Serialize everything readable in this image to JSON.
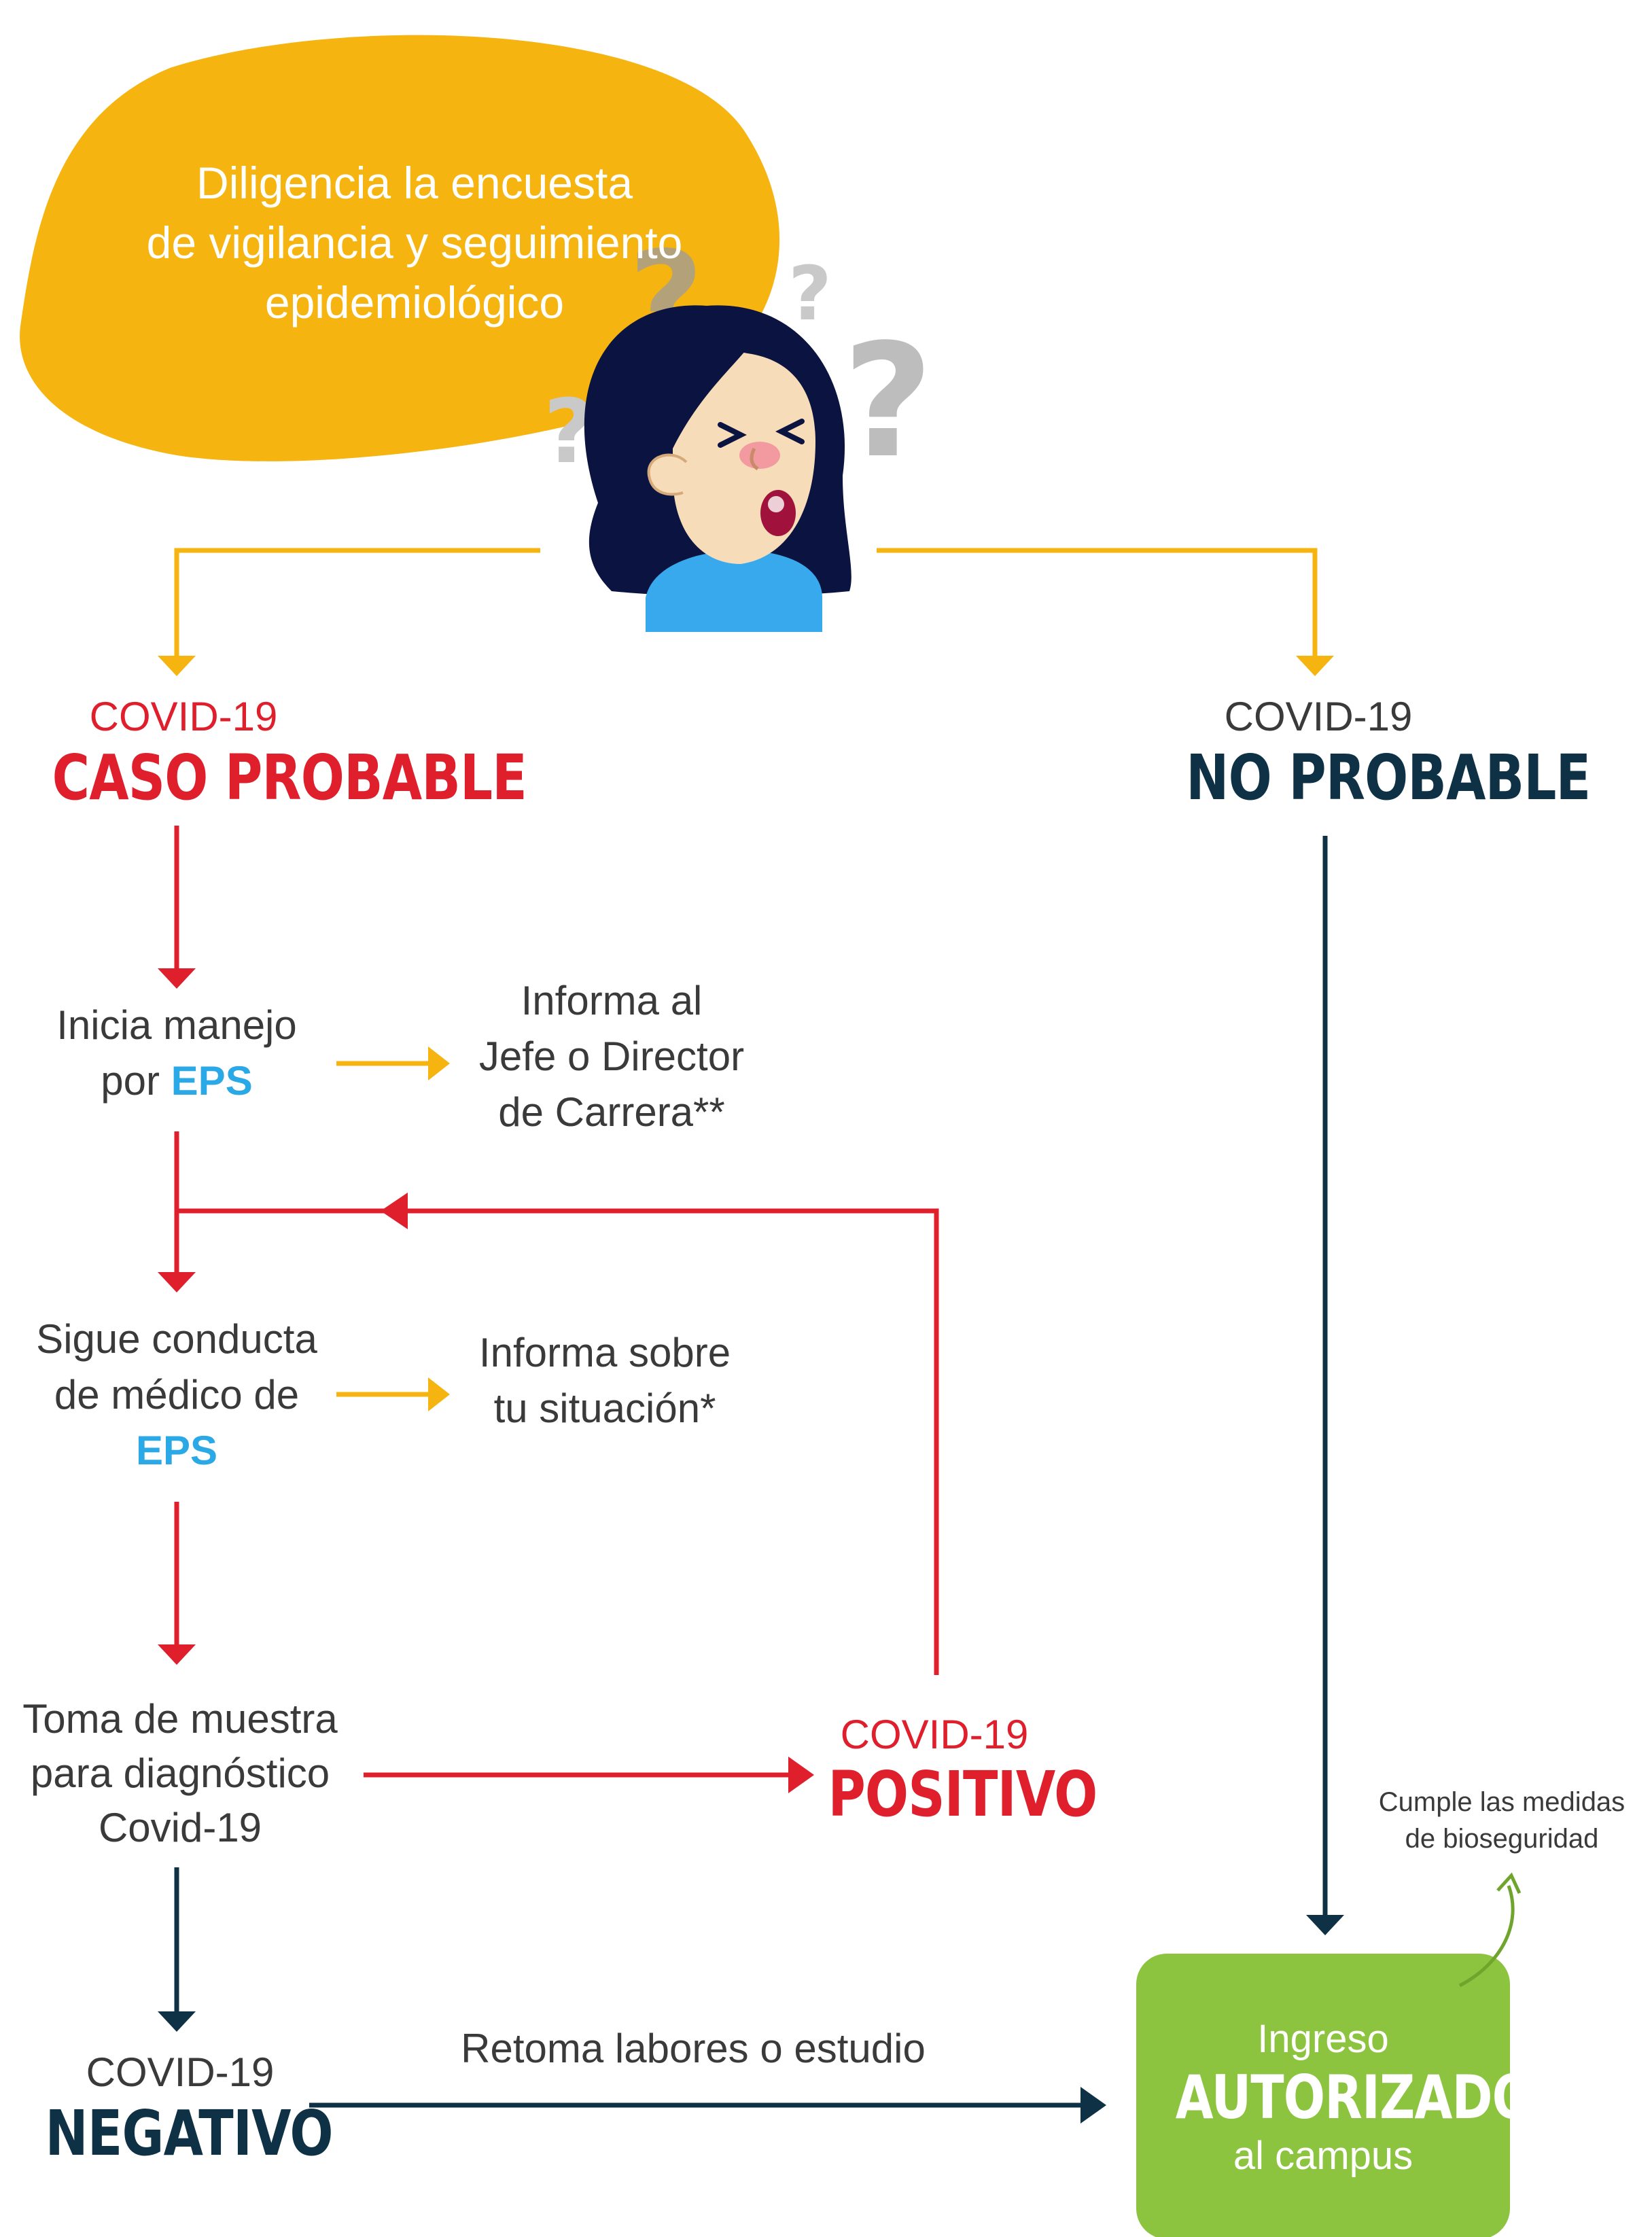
{
  "start": {
    "lines": [
      "Diligencia la  encuesta",
      "de vigilancia y seguimiento",
      "epidemiológico"
    ]
  },
  "probable": {
    "small": "COVID-19",
    "big": "CASO PROBABLE"
  },
  "no_probable": {
    "small": "COVID-19",
    "big": "NO PROBABLE"
  },
  "eps_start": {
    "line1": "Inicia manejo",
    "line2": "por",
    "eps": "EPS"
  },
  "inform_jefe": {
    "lines": [
      "Informa al",
      "Jefe o Director",
      "de Carrera**"
    ]
  },
  "follow_doctor": {
    "line1": "Sigue conducta",
    "line2": "de médico de",
    "eps": "EPS"
  },
  "inform_situation": {
    "lines": [
      "Informa sobre",
      "tu situación*"
    ]
  },
  "sample": {
    "lines": [
      "Toma de muestra",
      "para diagnóstico",
      "Covid-19"
    ]
  },
  "positive": {
    "small": "COVID-19",
    "big": "POSITIVO"
  },
  "negative": {
    "small": "COVID-19",
    "big": "NEGATIVO"
  },
  "resume": {
    "text": "Retoma labores o estudio"
  },
  "authorized": {
    "line1": "Ingreso",
    "big": "AUTORIZADO",
    "line3": "al campus"
  },
  "biosecurity": {
    "lines": [
      "Cumple las medidas",
      "de bioseguridad"
    ]
  },
  "colors": {
    "yellow": "#f5b40f",
    "red": "#e01f2d",
    "navy": "#0e3145",
    "blue": "#2ba8e6",
    "green": "#8cc43f"
  },
  "icons": [
    "question-mark-icon",
    "worried-girl-illustration",
    "arrow-icon"
  ]
}
